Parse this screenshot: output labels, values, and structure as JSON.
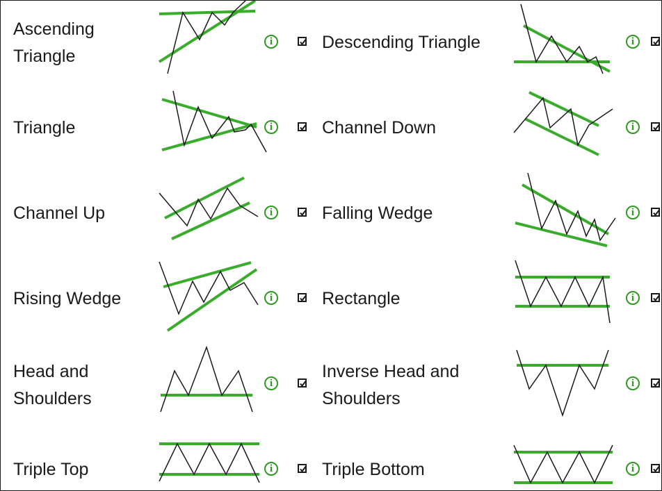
{
  "patterns": [
    {
      "label": "Ascending Triangle",
      "icon": "ascending-triangle-chart-icon",
      "checked": true
    },
    {
      "label": "Descending Triangle",
      "icon": "descending-triangle-chart-icon",
      "checked": true
    },
    {
      "label": "Triangle",
      "icon": "triangle-chart-icon",
      "checked": true
    },
    {
      "label": "Channel Down",
      "icon": "channel-down-chart-icon",
      "checked": true
    },
    {
      "label": "Channel Up",
      "icon": "channel-up-chart-icon",
      "checked": true
    },
    {
      "label": "Falling Wedge",
      "icon": "falling-wedge-chart-icon",
      "checked": true
    },
    {
      "label": "Rising Wedge",
      "icon": "rising-wedge-chart-icon",
      "checked": true
    },
    {
      "label": "Rectangle",
      "icon": "rectangle-chart-icon",
      "checked": true
    },
    {
      "label": "Head and Shoulders",
      "icon": "head-and-shoulders-chart-icon",
      "checked": true
    },
    {
      "label": "Inverse Head and Shoulders",
      "icon": "inverse-head-and-shoulders-chart-icon",
      "checked": true
    },
    {
      "label": "Triple Top",
      "icon": "triple-top-chart-icon",
      "checked": true
    },
    {
      "label": "Triple Bottom",
      "icon": "triple-bottom-chart-icon",
      "checked": true
    }
  ],
  "info_icon": {
    "glyph": "i",
    "icon": "info-icon"
  },
  "colors": {
    "trendline": "#3aac2c",
    "price_line": "#1a1a1a",
    "info": "#2e9a20"
  }
}
